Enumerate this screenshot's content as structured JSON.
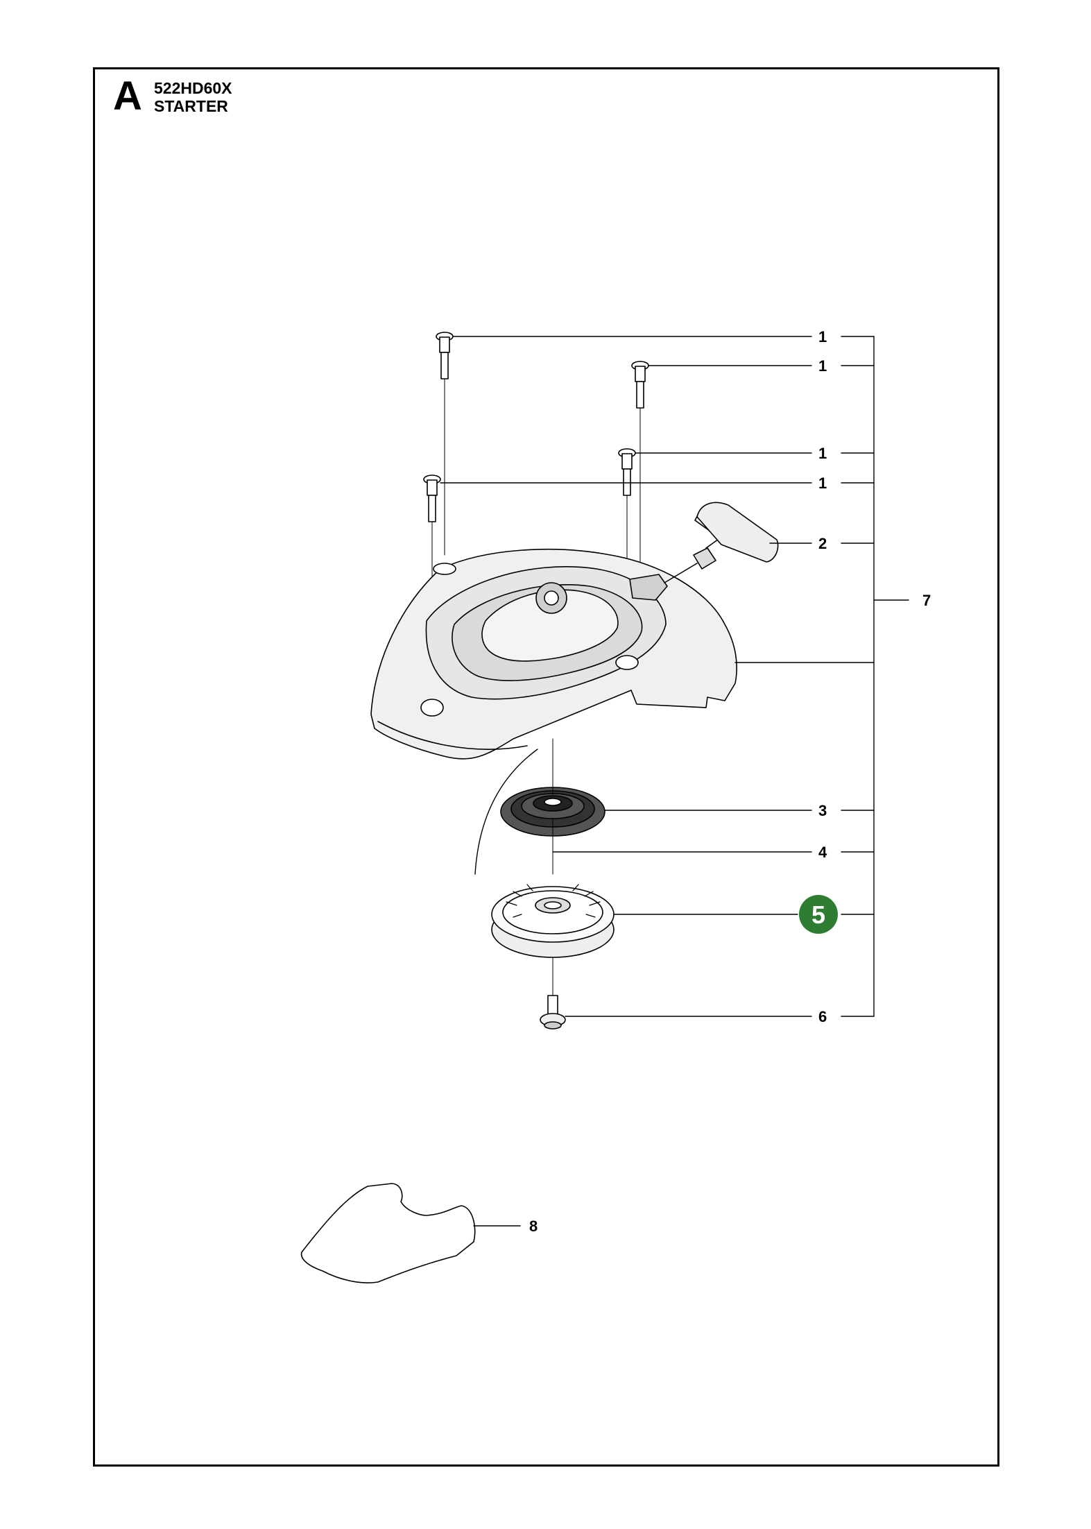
{
  "header": {
    "section_letter": "A",
    "model": "522HD60X",
    "title": "STARTER"
  },
  "callouts": [
    {
      "number": "1",
      "highlighted": false
    },
    {
      "number": "1",
      "highlighted": false
    },
    {
      "number": "1",
      "highlighted": false
    },
    {
      "number": "1",
      "highlighted": false
    },
    {
      "number": "2",
      "highlighted": false
    },
    {
      "number": "7",
      "highlighted": false
    },
    {
      "number": "3",
      "highlighted": false
    },
    {
      "number": "4",
      "highlighted": false
    },
    {
      "number": "5",
      "highlighted": true
    },
    {
      "number": "6",
      "highlighted": false
    },
    {
      "number": "8",
      "highlighted": false
    }
  ],
  "colors": {
    "highlight": "#2e7d32",
    "line": "#000000",
    "part_shade": "#e6e6e6"
  }
}
